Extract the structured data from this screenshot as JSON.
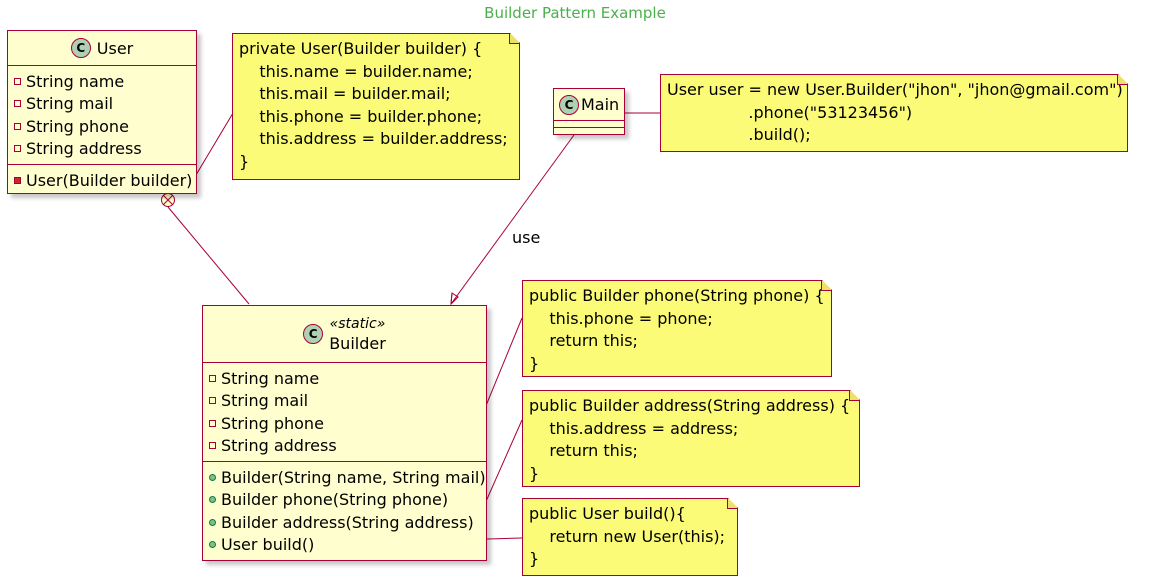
{
  "title": "Builder Pattern Example",
  "colors": {
    "title": "#4bb04b",
    "class_fill": "#fefece",
    "class_border": "#a80036",
    "note_fill": "#fbfb77",
    "class_icon": "#add1b2"
  },
  "classes": {
    "user": {
      "icon": "C",
      "name": "User",
      "fields": [
        "String name",
        "String mail",
        "String phone",
        "String address"
      ],
      "methods": [
        "User(Builder builder)"
      ]
    },
    "builder": {
      "icon": "C",
      "stereotype": "«static»",
      "name": "Builder",
      "fields": [
        "String name",
        "String mail",
        "String phone",
        "String address"
      ],
      "methods": [
        "Builder(String name, String mail)",
        "Builder phone(String phone)",
        "Builder address(String address)",
        "User build()"
      ]
    },
    "main": {
      "icon": "C",
      "name": "Main"
    }
  },
  "relation_label": "use",
  "notes": {
    "user_constructor": [
      "private User(Builder builder) {",
      "    this.name = builder.name;",
      "    this.mail = builder.mail;",
      "    this.phone = builder.phone;",
      "    this.address = builder.address;",
      "}"
    ],
    "main_usage": [
      "User user = new User.Builder(\"jhon\", \"jhon@gmail.com\")",
      "                .phone(\"53123456\")",
      "                .build();"
    ],
    "builder_phone": [
      "public Builder phone(String phone) {",
      "    this.phone = phone;",
      "    return this;",
      "}"
    ],
    "builder_address": [
      "public Builder address(String address) {",
      "    this.address = address;",
      "    return this;",
      "}"
    ],
    "builder_build": [
      "public User build(){",
      "    return new User(this);",
      "}"
    ]
  }
}
